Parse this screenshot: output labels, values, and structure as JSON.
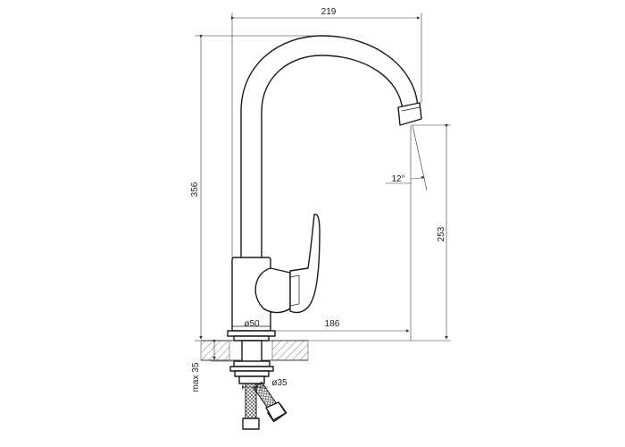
{
  "dimensions": {
    "overall_width": "219",
    "overall_height": "356",
    "spout_height": "253",
    "reach": "186",
    "base_diameter": "ø50",
    "shank_diameter": "ø35",
    "max_thickness": "max 35",
    "spout_angle": "12°"
  }
}
